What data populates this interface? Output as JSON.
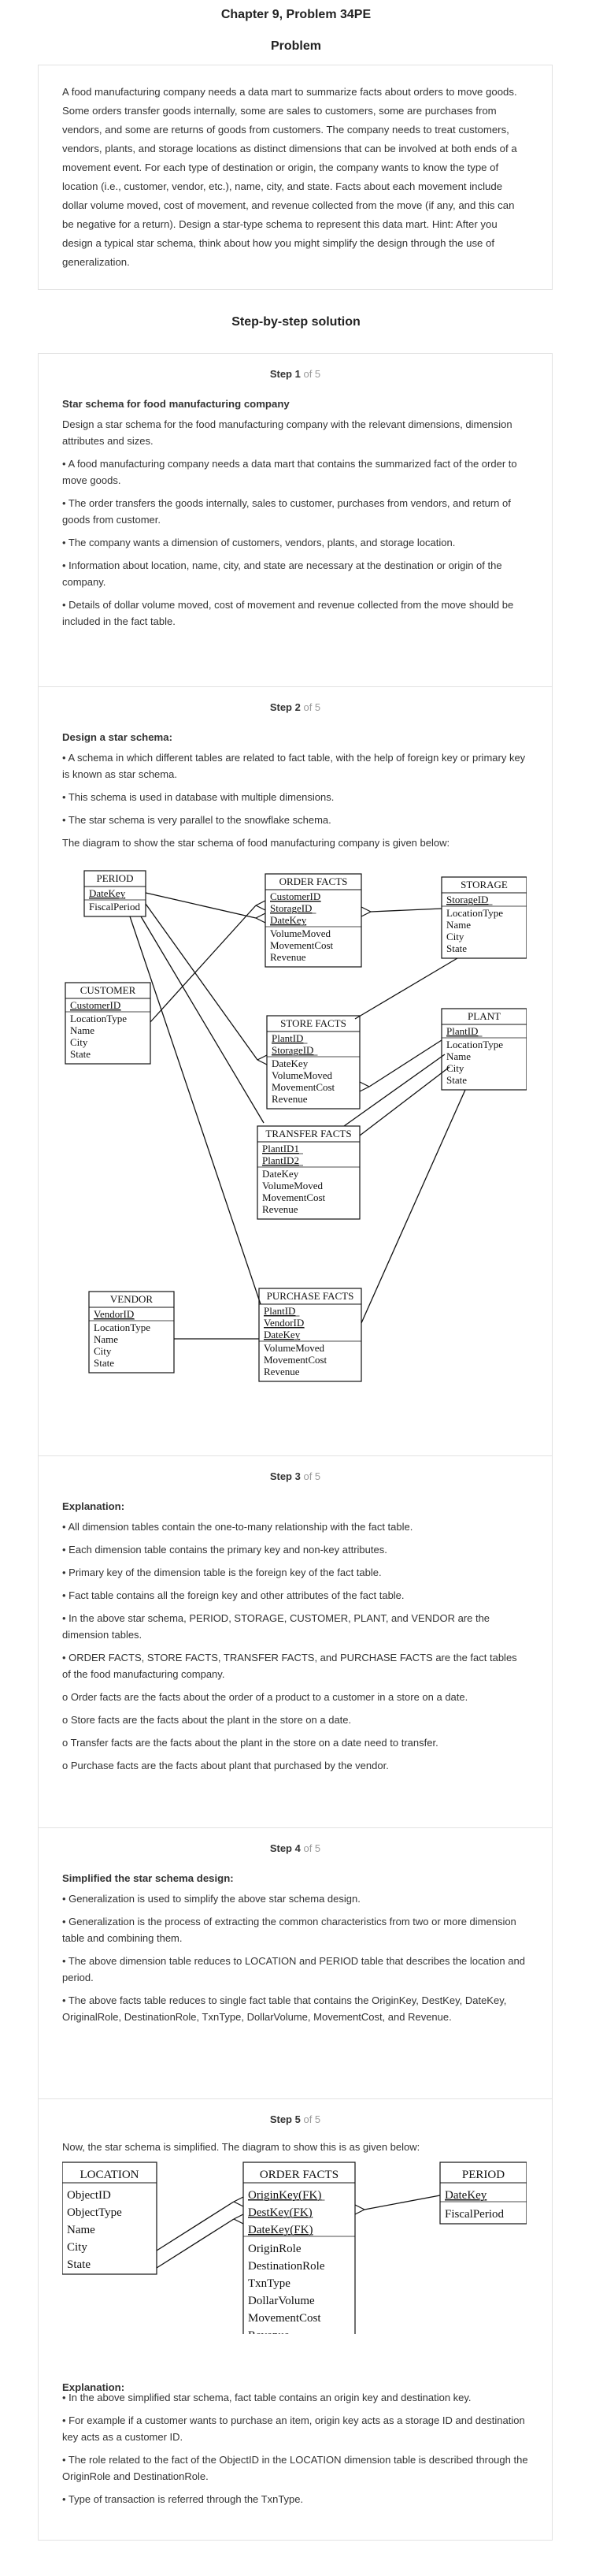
{
  "header": {
    "chapter": "Chapter 9, Problem 34PE",
    "problem_label": "Problem"
  },
  "problem_text": "A food manufacturing company needs a data mart to summarize facts about orders to move goods. Some orders transfer goods internally, some are sales to customers, some are purchases from vendors, and some are returns of goods from customers. The company needs to treat customers, vendors, plants, and storage locations as distinct dimensions that can be involved at both ends of a movement event. For each type of destination or origin, the company wants to know the type of location (i.e., customer, vendor, etc.), name, city, and state. Facts about each movement include dollar volume moved, cost of movement, and revenue collected from the move (if any, and this can be negative for a return). Design a star-type schema to represent this data mart. Hint: After you design a typical star schema, think about how you might simplify the design through the use of generalization.",
  "solution_title": "Step-by-step solution",
  "steps": [
    {
      "label": "Step 1",
      "of": "of 5",
      "subtitle": "Star schema for food manufacturing company",
      "paras": [
        "Design a star schema for the food manufacturing company with the relevant dimensions, dimension attributes and sizes.",
        "• A food manufacturing company needs a data mart that contains the summarized fact of the order to move goods.",
        "• The order transfers the goods internally, sales to customer, purchases from vendors, and return of goods from customer.",
        "• The company wants a dimension of customers, vendors, plants, and storage location.",
        "• Information about location, name, city, and state are necessary at the destination or origin of the company.",
        "• Details of dollar volume moved, cost of movement and revenue collected from the move should be included in the fact table."
      ]
    },
    {
      "label": "Step 2",
      "of": "of 5",
      "subtitle": "Design a star schema:",
      "paras": [
        "• A schema in which different tables are related to fact table, with the help of foreign key or primary key is known as star schema.",
        "• This schema is used in database with multiple dimensions.",
        "• The star schema is very parallel to the snowflake schema.",
        "The diagram to show the star schema of food manufacturing company is given below:"
      ]
    },
    {
      "label": "Step 3",
      "of": "of 5",
      "subtitle": "Explanation:",
      "paras": [
        "• All dimension tables contain the one-to-many relationship with the fact table.",
        "• Each dimension table contains the primary key and non-key attributes.",
        "• Primary key of the dimension table is the foreign key of the fact table.",
        "• Fact table contains all the foreign key and other attributes of the fact table.",
        "• In the above star schema, PERIOD, STORAGE, CUSTOMER, PLANT, and VENDOR are the dimension tables.",
        "• ORDER FACTS, STORE FACTS, TRANSFER FACTS, and PURCHASE FACTS are the fact tables of the food manufacturing company.",
        "o Order facts are the facts about the order of a product to a customer in a store on a date.",
        "o Store facts are the facts about the plant in the store on a date.",
        "o Transfer facts are the facts about the plant in the store on a date need to transfer.",
        "o Purchase facts are the facts about plant that purchased by the vendor."
      ]
    },
    {
      "label": "Step 4",
      "of": "of 5",
      "subtitle": "Simplified the star schema design:",
      "paras": [
        "• Generalization is used to simplify the above star schema design.",
        "• Generalization is the process of extracting the common characteristics from two or more dimension table and combining them.",
        "• The above dimension table reduces to LOCATION and PERIOD table that describes the location and period.",
        "• The above facts table reduces to single fact table that contains the OriginKey, DestKey, DateKey, OriginalRole, DestinationRole, TxnType, DollarVolume, MovementCost, and Revenue."
      ]
    },
    {
      "label": "Step 5",
      "of": "of 5",
      "intro": "Now, the star schema is simplified. The diagram to show this is as given below:",
      "subtitle": "Explanation:",
      "paras": [
        "• In the above simplified star schema, fact table contains an origin key and destination key.",
        "• For example if a customer wants to purchase an item, origin key acts as a storage ID and destination key acts as a customer ID.",
        "• The role related to the fact of the ObjectID in the LOCATION dimension table is described through the OriginRole and DestinationRole.",
        "• Type of transaction is referred through the TxnType."
      ]
    }
  ],
  "diagram1": {
    "tables": {
      "period": {
        "title": "PERIOD",
        "keys": [
          "DateKey"
        ],
        "attrs": [
          "FiscalPeriod"
        ]
      },
      "order": {
        "title": "ORDER FACTS",
        "keys": [
          "CustomerID",
          "StorageID",
          "DateKey"
        ],
        "attrs": [
          "VolumeMoved",
          "MovementCost",
          "Revenue"
        ]
      },
      "storage": {
        "title": "STORAGE",
        "keys": [
          "StorageID"
        ],
        "attrs": [
          "LocationType",
          "Name",
          "City",
          "State"
        ]
      },
      "customer": {
        "title": "CUSTOMER",
        "keys": [
          "CustomerID"
        ],
        "attrs": [
          "LocationType",
          "Name",
          "City",
          "State"
        ]
      },
      "store": {
        "title": "STORE FACTS",
        "keys": [
          "PlantID",
          "StorageID"
        ],
        "attrs": [
          "DateKey",
          "VolumeMoved",
          "MovementCost",
          "Revenue"
        ]
      },
      "plant": {
        "title": "PLANT",
        "keys": [
          "PlantID"
        ],
        "attrs": [
          "LocationType",
          "Name",
          "City",
          "State"
        ]
      },
      "transfer": {
        "title": "TRANSFER FACTS",
        "keys": [
          "PlantID1",
          "PlantID2"
        ],
        "attrs": [
          "DateKey",
          "VolumeMoved",
          "MovementCost",
          "Revenue"
        ]
      },
      "vendor": {
        "title": "VENDOR",
        "keys": [
          "VendorID"
        ],
        "attrs": [
          "LocationType",
          "Name",
          "City",
          "State"
        ]
      },
      "purchase": {
        "title": "PURCHASE FACTS",
        "keys": [
          "PlantID",
          "VendorID",
          "DateKey"
        ],
        "attrs": [
          "VolumeMoved",
          "MovementCost",
          "Revenue"
        ]
      }
    }
  },
  "diagram2": {
    "tables": {
      "location": {
        "title": "LOCATION",
        "keys": [],
        "attrs": [
          "ObjectID",
          "ObjectType",
          "Name",
          "City",
          "State"
        ]
      },
      "facts": {
        "title": "ORDER FACTS",
        "keys": [
          "OriginKey(FK)",
          "DestKey(FK)",
          "DateKey(FK)"
        ],
        "attrs": [
          "OriginRole",
          "DestinationRole",
          "TxnType",
          "DollarVolume",
          "MovementCost",
          "Revenue"
        ]
      },
      "period": {
        "title": "PERIOD",
        "keys": [
          "DateKey"
        ],
        "attrs": [
          "FiscalPeriod"
        ]
      }
    }
  }
}
